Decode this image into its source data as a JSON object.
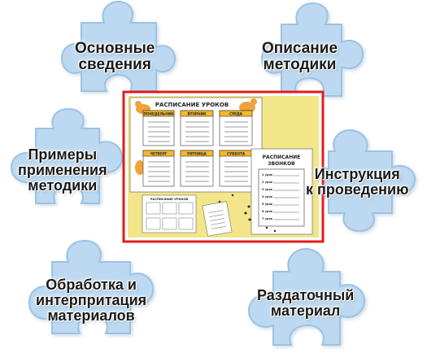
{
  "colors": {
    "puzzle_fill": "#bcd9f1",
    "puzzle_stroke": "#9cc2e4",
    "frame_border": "#e11b1b",
    "frame_fill": "#f2e58a",
    "card_header": "#f5b82d",
    "cat": "#f0a23a"
  },
  "pieces": [
    {
      "id": "basic",
      "lines": [
        "Основные",
        "сведения"
      ],
      "icon": "puzzle-piece-icon"
    },
    {
      "id": "method",
      "lines": [
        "Описание",
        "методики"
      ],
      "icon": "puzzle-piece-icon"
    },
    {
      "id": "examples",
      "lines": [
        "Примеры",
        "применения",
        "методики"
      ],
      "icon": "puzzle-piece-icon"
    },
    {
      "id": "instructions",
      "lines": [
        "Инструкция",
        "к проведению"
      ],
      "icon": "puzzle-piece-icon"
    },
    {
      "id": "processing",
      "lines": [
        "Обработка и",
        "интерпритация",
        "материалов"
      ],
      "icon": "puzzle-piece-icon"
    },
    {
      "id": "handout",
      "lines": [
        "Раздаточный",
        "материал"
      ],
      "icon": "puzzle-piece-icon"
    }
  ],
  "center_image": {
    "main_title": "РАСПИСАНИЕ УРОКОВ",
    "days": [
      "ПОНЕДЕЛЬНИК",
      "ВТОРНИК",
      "СРЕДА",
      "ЧЕТВЕРГ",
      "ПЯТНИЦА",
      "СУББОТА"
    ],
    "bells_title_line1": "РАСПИСАНИЕ",
    "bells_title_line2": "ЗВОНКОВ",
    "bells_rows": [
      "1 урок",
      "2 урок",
      "3 урок",
      "4 урок",
      "5 урок",
      "6 урок",
      "7 урок"
    ],
    "mini_title": "РАСПИСАНИЕ УРОКОВ"
  }
}
